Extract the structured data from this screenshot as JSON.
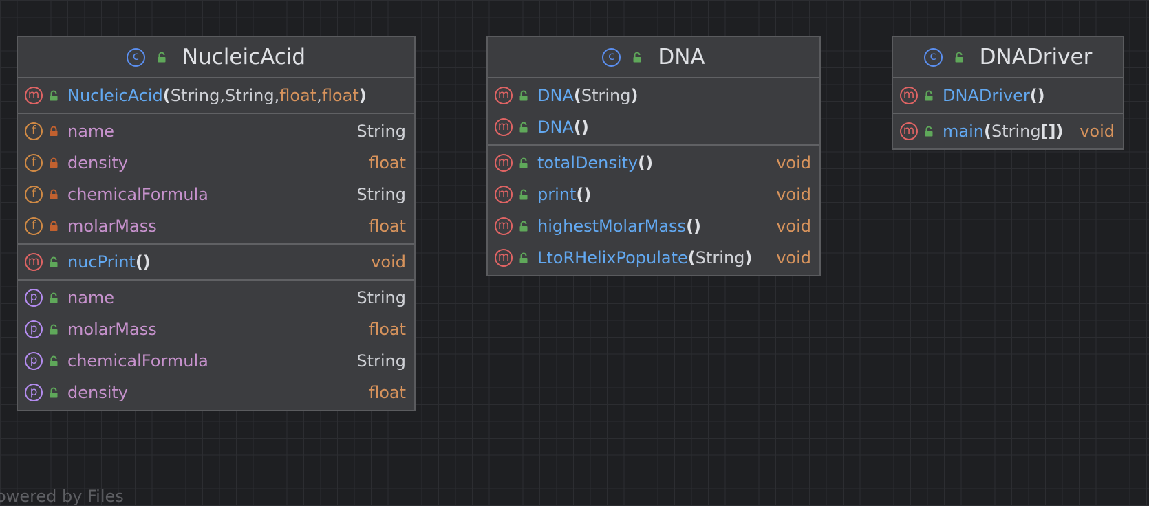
{
  "colors": {
    "background": "#1e1f22",
    "panel": "#3c3d40",
    "method_name": "#62a8f0",
    "field_name": "#c792cd",
    "primitive_type": "#d7935c",
    "method_badge": "#e06464",
    "field_badge": "#d08a45",
    "property_badge": "#b48cf0",
    "class_badge": "#5b8ff0",
    "public_lock": "#5fa85a",
    "private_lock": "#c2612f"
  },
  "classes": [
    {
      "name": "NucleicAcid",
      "icon": "class-icon",
      "sections": [
        [
          {
            "kind": "m",
            "vis": "public",
            "name": "NucleicAcid",
            "params": [
              {
                "t": "String",
                "prim": false
              },
              {
                "t": "String",
                "prim": false
              },
              {
                "t": "float",
                "prim": true
              },
              {
                "t": "float",
                "prim": true
              }
            ],
            "ret": ""
          }
        ],
        [
          {
            "kind": "f",
            "vis": "private",
            "name": "name",
            "ret": "String",
            "retPrim": false
          },
          {
            "kind": "f",
            "vis": "private",
            "name": "density",
            "ret": "float",
            "retPrim": true
          },
          {
            "kind": "f",
            "vis": "private",
            "name": "chemicalFormula",
            "ret": "String",
            "retPrim": false
          },
          {
            "kind": "f",
            "vis": "private",
            "name": "molarMass",
            "ret": "float",
            "retPrim": true
          }
        ],
        [
          {
            "kind": "m",
            "vis": "public",
            "name": "nucPrint",
            "params": [],
            "ret": "void",
            "retPrim": true
          }
        ],
        [
          {
            "kind": "p",
            "vis": "public",
            "name": "name",
            "ret": "String",
            "retPrim": false
          },
          {
            "kind": "p",
            "vis": "public",
            "name": "molarMass",
            "ret": "float",
            "retPrim": true
          },
          {
            "kind": "p",
            "vis": "public",
            "name": "chemicalFormula",
            "ret": "String",
            "retPrim": false
          },
          {
            "kind": "p",
            "vis": "public",
            "name": "density",
            "ret": "float",
            "retPrim": true
          }
        ]
      ]
    },
    {
      "name": "DNA",
      "icon": "class-icon",
      "sections": [
        [
          {
            "kind": "m",
            "vis": "public",
            "name": "DNA",
            "params": [
              {
                "t": "String",
                "prim": false
              }
            ],
            "ret": ""
          },
          {
            "kind": "m",
            "vis": "public",
            "name": "DNA",
            "params": [],
            "ret": ""
          }
        ],
        [
          {
            "kind": "m",
            "vis": "public",
            "name": "totalDensity",
            "params": [],
            "ret": "void",
            "retPrim": true
          },
          {
            "kind": "m",
            "vis": "public",
            "name": "print",
            "params": [],
            "ret": "void",
            "retPrim": true
          },
          {
            "kind": "m",
            "vis": "public",
            "name": "highestMolarMass",
            "params": [],
            "ret": "void",
            "retPrim": true
          },
          {
            "kind": "m",
            "vis": "public",
            "name": "LtoRHelixPopulate",
            "params": [
              {
                "t": "String",
                "prim": false
              }
            ],
            "ret": "void",
            "retPrim": true
          }
        ]
      ]
    },
    {
      "name": "DNADriver",
      "icon": "class-icon",
      "sections": [
        [
          {
            "kind": "m",
            "vis": "public",
            "name": "DNADriver",
            "params": [],
            "ret": ""
          }
        ],
        [
          {
            "kind": "m",
            "vis": "public",
            "name": "main",
            "params": [
              {
                "t": "String[]",
                "prim": false
              }
            ],
            "ret": "void",
            "retPrim": true
          }
        ]
      ]
    }
  ],
  "footer": "owered by Files"
}
